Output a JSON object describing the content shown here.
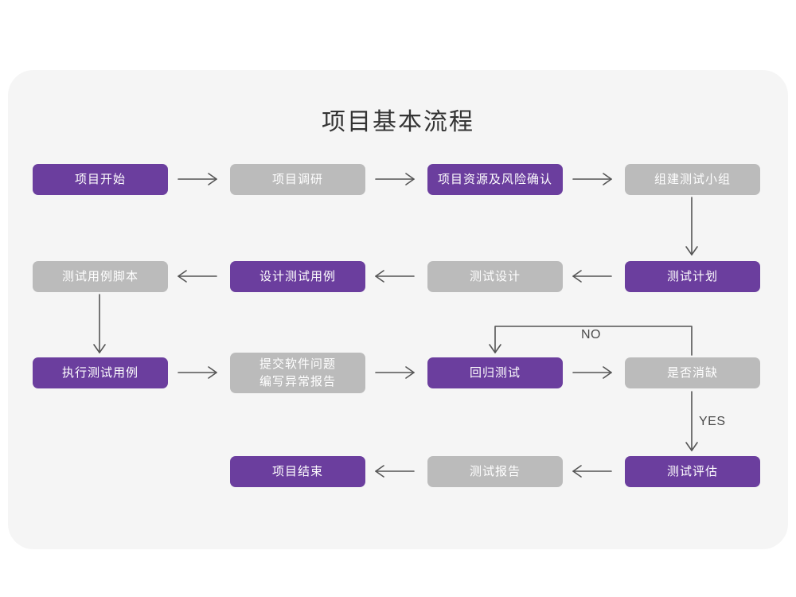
{
  "card": {
    "background_color": "#f5f5f5",
    "page_background_color": "#ffffff"
  },
  "title": "项目基本流程",
  "colors": {
    "purple": "#6b3e9e",
    "gray": "#bbbbbb",
    "node_text": "#ffffff",
    "title_text": "#333333",
    "connector": "#555555",
    "connector_label": "#4a4a4a"
  },
  "chart_data": {
    "type": "diagram",
    "title": "项目基本流程",
    "nodes": [
      {
        "id": "n1",
        "label": "项目开始",
        "style": "purple",
        "row": 1,
        "col": 1
      },
      {
        "id": "n2",
        "label": "项目调研",
        "style": "gray",
        "row": 1,
        "col": 2
      },
      {
        "id": "n3",
        "label": "项目资源及风险确认",
        "style": "purple",
        "row": 1,
        "col": 3
      },
      {
        "id": "n4",
        "label": "组建测试小组",
        "style": "gray",
        "row": 1,
        "col": 4
      },
      {
        "id": "n5",
        "label": "测试用例脚本",
        "style": "gray",
        "row": 2,
        "col": 1
      },
      {
        "id": "n6",
        "label": "设计测试用例",
        "style": "purple",
        "row": 2,
        "col": 2
      },
      {
        "id": "n7",
        "label": "测试设计",
        "style": "gray",
        "row": 2,
        "col": 3
      },
      {
        "id": "n8",
        "label": "测试计划",
        "style": "purple",
        "row": 2,
        "col": 4
      },
      {
        "id": "n9",
        "label": "执行测试用例",
        "style": "purple",
        "row": 3,
        "col": 1
      },
      {
        "id": "n10",
        "label": "提交软件问题\n编写异常报告",
        "style": "gray",
        "row": 3,
        "col": 2
      },
      {
        "id": "n11",
        "label": "回归测试",
        "style": "purple",
        "row": 3,
        "col": 3
      },
      {
        "id": "n12",
        "label": "是否消缺",
        "style": "gray",
        "row": 3,
        "col": 4
      },
      {
        "id": "n13",
        "label": "项目结束",
        "style": "purple",
        "row": 4,
        "col": 2
      },
      {
        "id": "n14",
        "label": "测试报告",
        "style": "gray",
        "row": 4,
        "col": 3
      },
      {
        "id": "n15",
        "label": "测试评估",
        "style": "purple",
        "row": 4,
        "col": 4
      }
    ],
    "edges": [
      {
        "from": "n1",
        "to": "n2",
        "direction": "right",
        "label": ""
      },
      {
        "from": "n2",
        "to": "n3",
        "direction": "right",
        "label": ""
      },
      {
        "from": "n3",
        "to": "n4",
        "direction": "right",
        "label": ""
      },
      {
        "from": "n4",
        "to": "n8",
        "direction": "down",
        "label": ""
      },
      {
        "from": "n8",
        "to": "n7",
        "direction": "left",
        "label": ""
      },
      {
        "from": "n7",
        "to": "n6",
        "direction": "left",
        "label": ""
      },
      {
        "from": "n6",
        "to": "n5",
        "direction": "left",
        "label": ""
      },
      {
        "from": "n5",
        "to": "n9",
        "direction": "down",
        "label": ""
      },
      {
        "from": "n9",
        "to": "n10",
        "direction": "right",
        "label": ""
      },
      {
        "from": "n10",
        "to": "n11",
        "direction": "right",
        "label": ""
      },
      {
        "from": "n11",
        "to": "n12",
        "direction": "right",
        "label": ""
      },
      {
        "from": "n12",
        "to": "n11",
        "direction": "loop-up-left",
        "label": "NO"
      },
      {
        "from": "n12",
        "to": "n15",
        "direction": "down",
        "label": "YES"
      },
      {
        "from": "n15",
        "to": "n14",
        "direction": "left",
        "label": ""
      },
      {
        "from": "n14",
        "to": "n13",
        "direction": "left",
        "label": ""
      }
    ],
    "edge_labels": {
      "no": "NO",
      "yes": "YES"
    }
  }
}
